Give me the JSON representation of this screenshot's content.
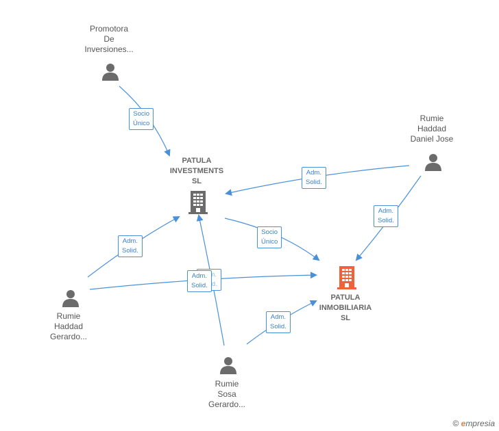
{
  "nodes": {
    "promotora": {
      "lines": [
        "Promotora",
        "De",
        "Inversiones..."
      ]
    },
    "rumie_daniel": {
      "lines": [
        "Rumie",
        "Haddad",
        "Daniel Jose"
      ]
    },
    "rumie_gerardo": {
      "lines": [
        "Rumie",
        "Haddad",
        "Gerardo..."
      ]
    },
    "rumie_sosa": {
      "lines": [
        "Rumie",
        "Sosa",
        "Gerardo..."
      ]
    },
    "patula_investments": {
      "lines": [
        "PATULA",
        "INVESTMENTS",
        "SL"
      ]
    },
    "patula_inmobiliaria": {
      "lines": [
        "PATULA",
        "INMOBILIARIA",
        "SL"
      ]
    }
  },
  "edges": {
    "promotora_to_investments": {
      "lines": [
        "Socio",
        "Único"
      ]
    },
    "daniel_to_investments": {
      "lines": [
        "Adm.",
        "Solid."
      ]
    },
    "daniel_to_inmobiliaria": {
      "lines": [
        "Adm.",
        "Solid."
      ]
    },
    "investments_to_inmobiliaria": {
      "lines": [
        "Socio",
        "Único"
      ]
    },
    "gerardo_to_investments": {
      "lines": [
        "Adm.",
        "Solid."
      ]
    },
    "gerardo_to_inmobiliaria": {
      "lines": [
        "Adm.",
        "Solid."
      ]
    },
    "sosa_to_investments": {
      "lines": [
        "Adm.",
        "Solid."
      ]
    },
    "sosa_to_inmobiliaria": {
      "lines": [
        "Adm.",
        "Solid."
      ]
    }
  },
  "colors": {
    "edge": "#4a90d9",
    "person_icon": "#6b6b6b",
    "company_icon": "#6b6b6b",
    "company_highlight": "#f0623a"
  },
  "footer": {
    "copyright": "©",
    "brand_first": "e",
    "brand_rest": "mpresia"
  }
}
